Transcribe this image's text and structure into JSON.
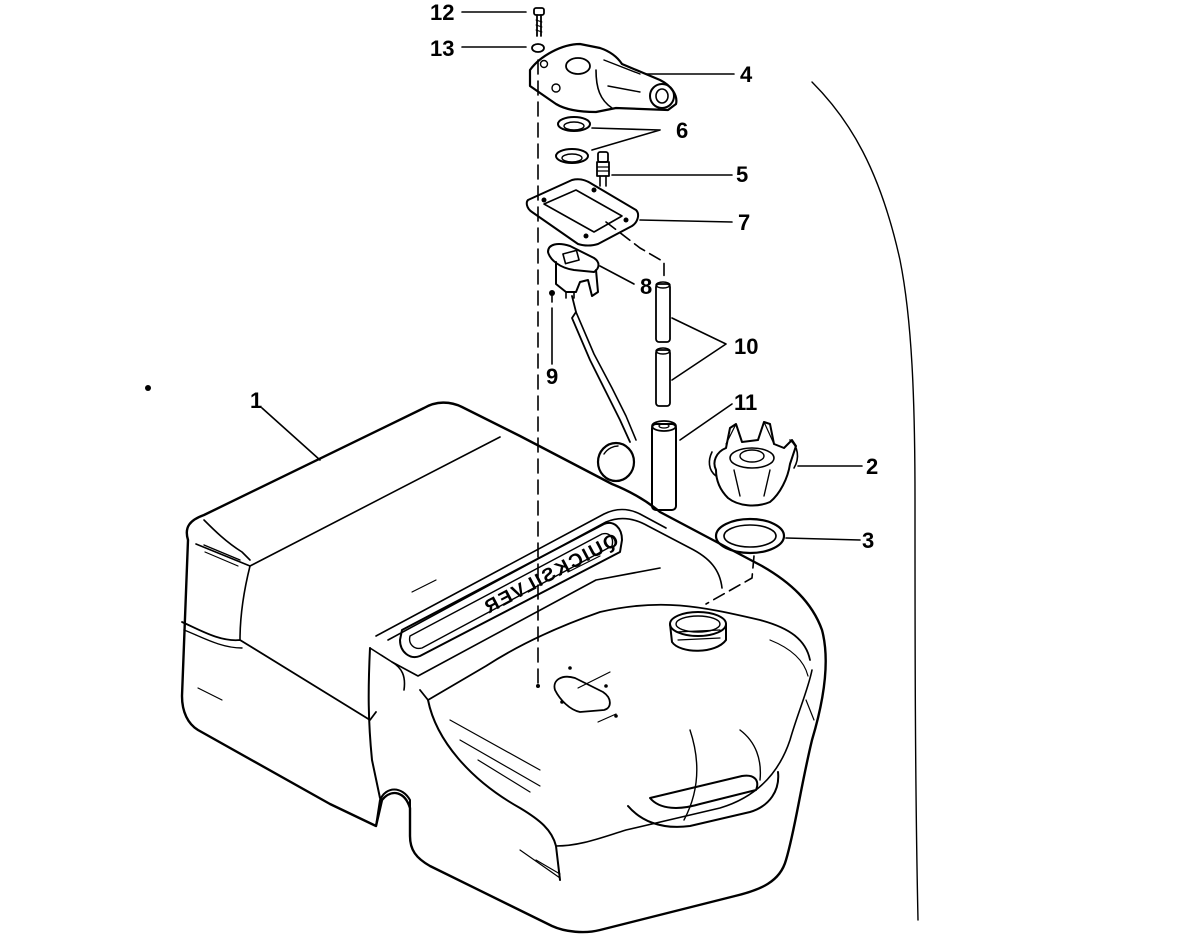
{
  "diagram": {
    "brand_text": "QUICKSILVER",
    "callouts": [
      {
        "id": "1",
        "label": "1"
      },
      {
        "id": "2",
        "label": "2"
      },
      {
        "id": "3",
        "label": "3"
      },
      {
        "id": "4",
        "label": "4"
      },
      {
        "id": "5",
        "label": "5"
      },
      {
        "id": "6",
        "label": "6"
      },
      {
        "id": "7",
        "label": "7"
      },
      {
        "id": "8",
        "label": "8"
      },
      {
        "id": "9",
        "label": "9"
      },
      {
        "id": "10",
        "label": "10"
      },
      {
        "id": "11",
        "label": "11"
      },
      {
        "id": "12",
        "label": "12"
      },
      {
        "id": "13",
        "label": "13"
      }
    ]
  }
}
